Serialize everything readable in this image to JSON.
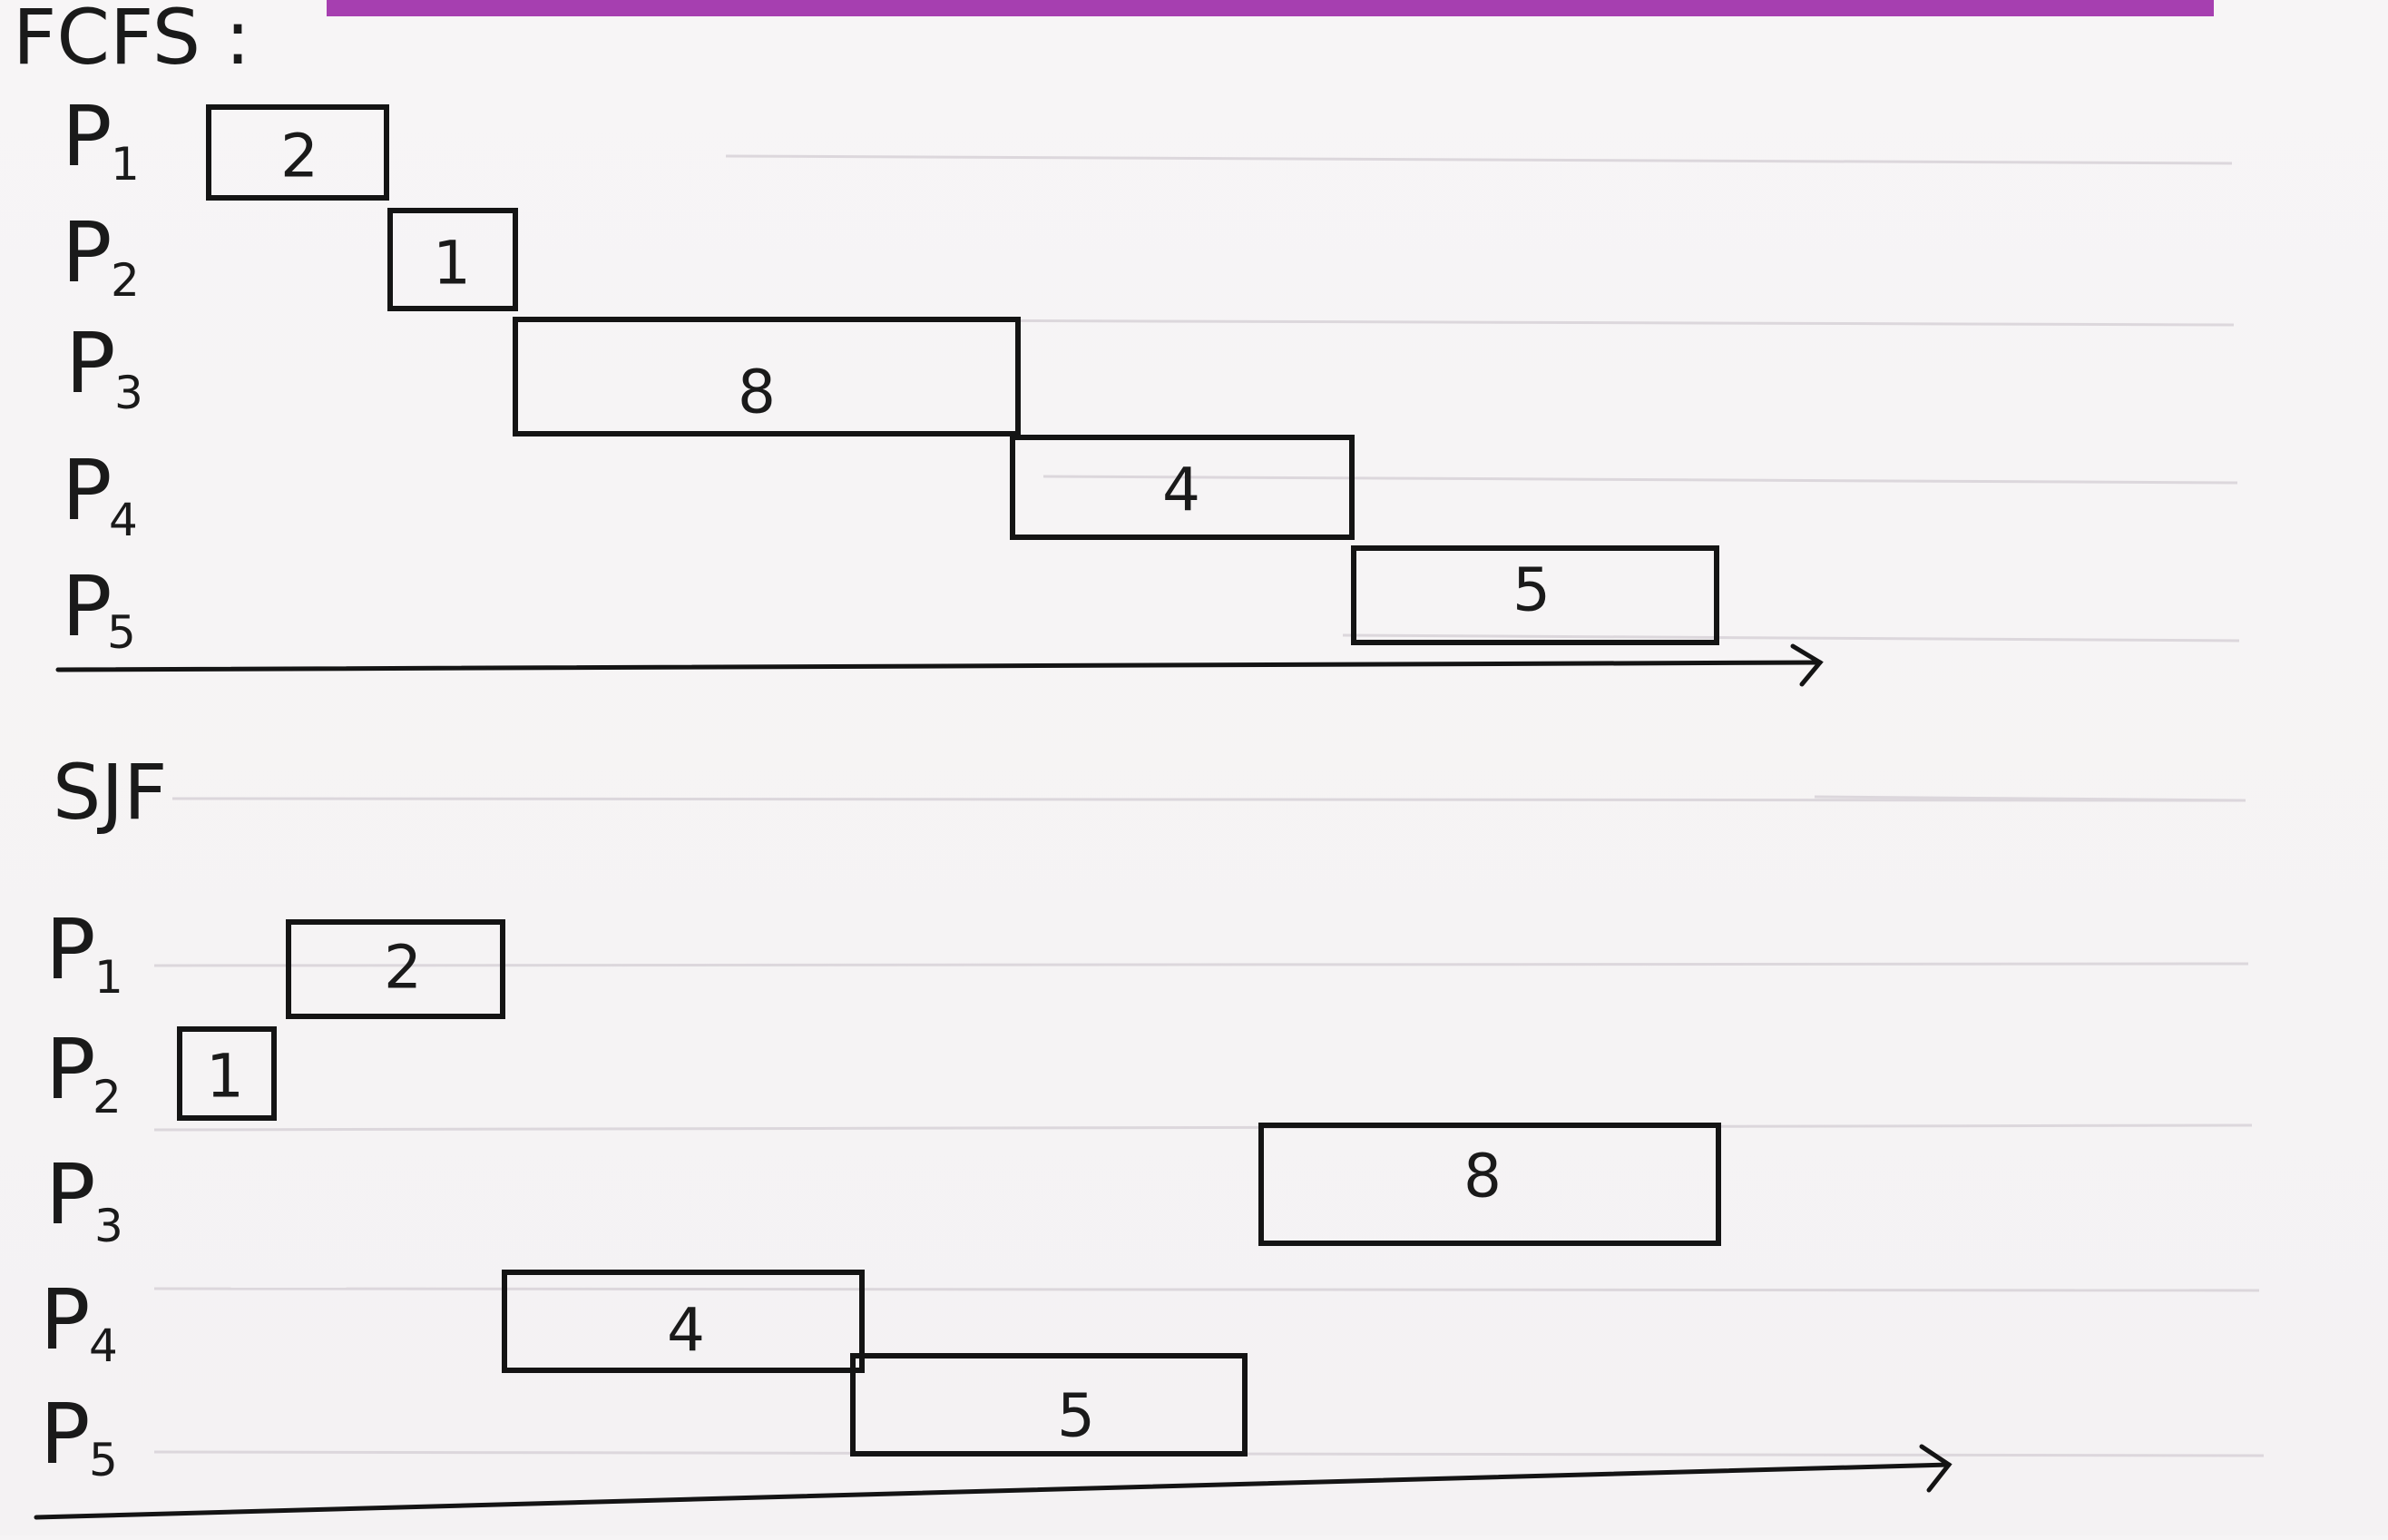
{
  "sections": [
    {
      "id": "fcfs",
      "title": "FCFS :",
      "rows": [
        {
          "label": "P",
          "sub": "1",
          "burst": "2"
        },
        {
          "label": "P",
          "sub": "2",
          "burst": "1"
        },
        {
          "label": "P",
          "sub": "3",
          "burst": "8"
        },
        {
          "label": "P",
          "sub": "4",
          "burst": "4"
        },
        {
          "label": "P",
          "sub": "5",
          "burst": "5"
        }
      ]
    },
    {
      "id": "sjf",
      "title": "SJF",
      "rows": [
        {
          "label": "P",
          "sub": "1",
          "burst": "2"
        },
        {
          "label": "P",
          "sub": "2",
          "burst": "1"
        },
        {
          "label": "P",
          "sub": "3",
          "burst": "8"
        },
        {
          "label": "P",
          "sub": "4",
          "burst": "4"
        },
        {
          "label": "P",
          "sub": "5",
          "burst": "5"
        }
      ]
    }
  ],
  "colors": {
    "ink": "#141414",
    "paper": "#f6f4f5",
    "rule": "#dcd7dc",
    "top_band": "#a63fb0"
  }
}
